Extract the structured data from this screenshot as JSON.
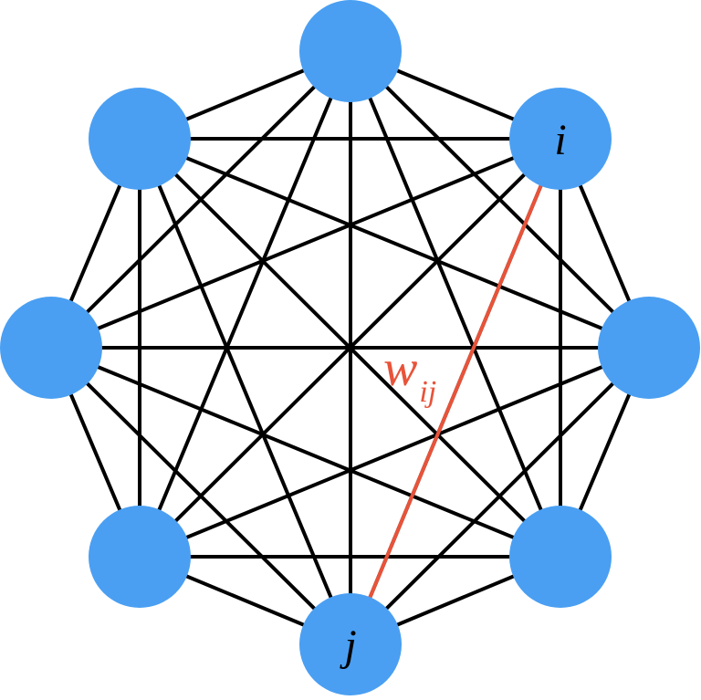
{
  "graph": {
    "node_count": 8,
    "complete": true,
    "node_labels": [
      "",
      "i",
      "",
      "",
      "j",
      "",
      "",
      ""
    ],
    "highlight_edge": {
      "from": 1,
      "to": 4,
      "label": "w",
      "subscript": "ij"
    }
  },
  "colors": {
    "node_fill": "#4a9ff2",
    "edge": "#000000",
    "highlight": "#e8533a",
    "background": "#ffffff"
  }
}
